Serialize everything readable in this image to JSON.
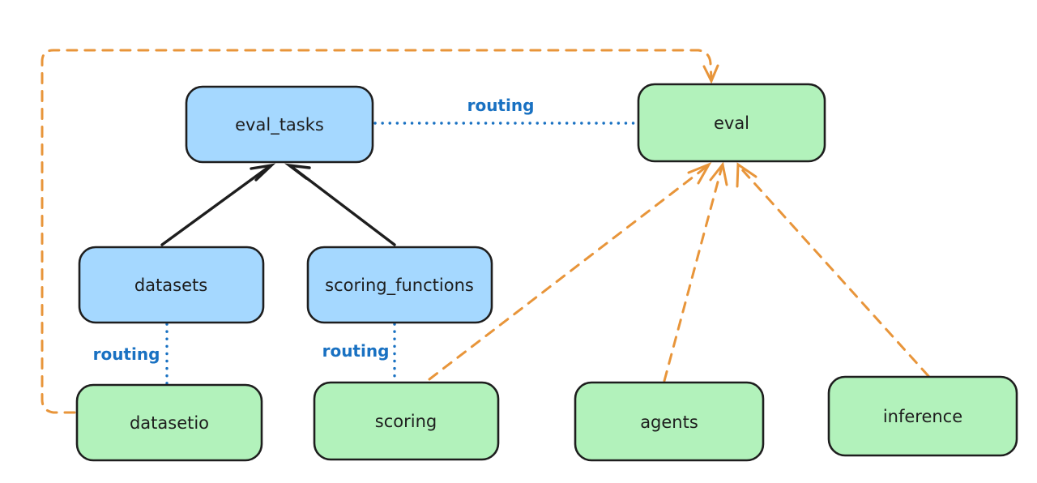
{
  "colors": {
    "background": "#ffffff",
    "box_stroke": "#1e1e1e",
    "blue_fill": "#a5d8ff",
    "green_fill": "#b2f2bb",
    "routing_blue": "#1971c2",
    "orange": "#e8953a"
  },
  "nodes": {
    "eval_tasks": {
      "label": "eval_tasks",
      "fill": "blue"
    },
    "eval": {
      "label": "eval",
      "fill": "green"
    },
    "datasets": {
      "label": "datasets",
      "fill": "blue"
    },
    "scoring_functions": {
      "label": "scoring_functions",
      "fill": "blue"
    },
    "datasetio": {
      "label": "datasetio",
      "fill": "green"
    },
    "scoring": {
      "label": "scoring",
      "fill": "green"
    },
    "agents": {
      "label": "agents",
      "fill": "green"
    },
    "inference": {
      "label": "inference",
      "fill": "green"
    }
  },
  "edges": [
    {
      "from": "eval_tasks",
      "to": "eval",
      "style": "dotted-blue",
      "label": "routing"
    },
    {
      "from": "datasets",
      "to": "datasetio",
      "style": "dotted-blue",
      "label": "routing"
    },
    {
      "from": "scoring_functions",
      "to": "scoring",
      "style": "dotted-blue",
      "label": "routing"
    },
    {
      "from": "datasets",
      "to": "eval_tasks",
      "style": "solid-black-arrow",
      "label": ""
    },
    {
      "from": "scoring_functions",
      "to": "eval_tasks",
      "style": "solid-black-arrow",
      "label": ""
    },
    {
      "from": "datasetio",
      "to": "eval",
      "style": "dashed-orange-arrow",
      "label": ""
    },
    {
      "from": "scoring",
      "to": "eval",
      "style": "dashed-orange-arrow",
      "label": ""
    },
    {
      "from": "agents",
      "to": "eval",
      "style": "dashed-orange-arrow",
      "label": ""
    },
    {
      "from": "inference",
      "to": "eval",
      "style": "dashed-orange-arrow",
      "label": ""
    }
  ]
}
